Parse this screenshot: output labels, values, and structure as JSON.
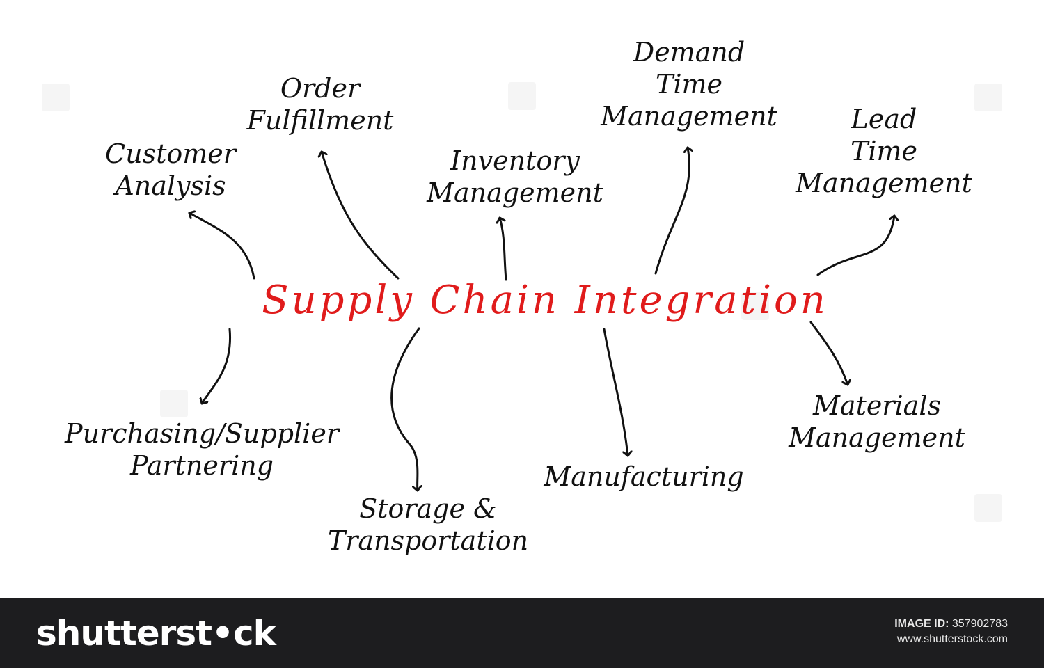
{
  "colors": {
    "title": "#e01b1b",
    "text": "#111111",
    "arrow": "#111111",
    "footer_bg": "#1d1d1f"
  },
  "diagram": {
    "title": "Supply Chain Integration",
    "nodes": {
      "customer_analysis": [
        "Customer",
        "Analysis"
      ],
      "order_fulfillment": [
        "Order",
        "Fulfillment"
      ],
      "inventory_management": [
        "Inventory",
        "Management"
      ],
      "demand_time_management": [
        "Demand",
        "Time",
        "Management"
      ],
      "lead_time_management": [
        "Lead",
        "Time",
        "Management"
      ],
      "purchasing_supplier_partnering": [
        "Purchasing/Supplier",
        "Partnering"
      ],
      "storage_transportation": [
        "Storage &",
        "Transportation"
      ],
      "manufacturing": [
        "Manufacturing"
      ],
      "materials_management": [
        "Materials",
        "Management"
      ]
    }
  },
  "footer": {
    "logo": "shutterst•ck",
    "image_id_label": "IMAGE ID:",
    "image_id": "357902783",
    "site": "www.shutterstock.com"
  }
}
